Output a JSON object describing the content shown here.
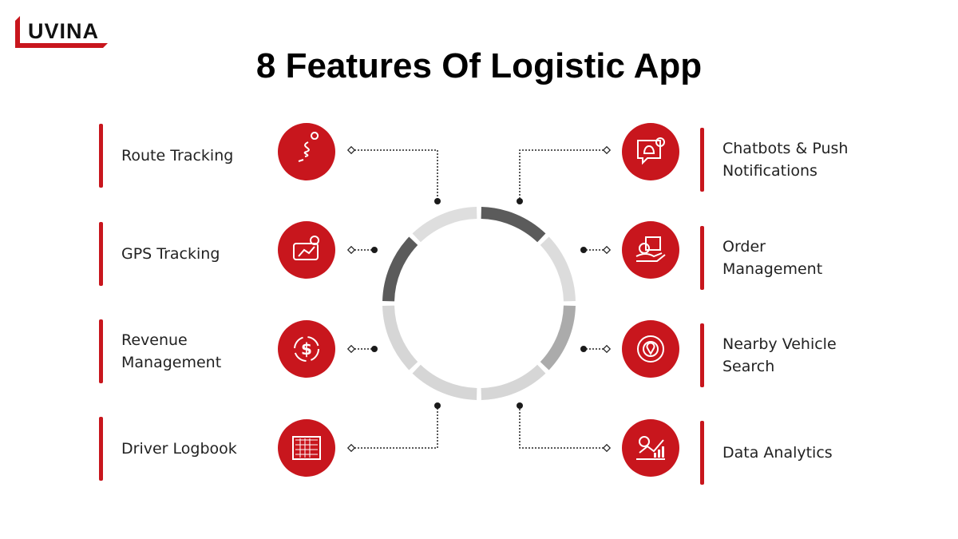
{
  "logo": {
    "text": "UVINA"
  },
  "title": "8 Features Of Logistic App",
  "colors": {
    "accent": "#c8161d",
    "ring_dark": "#5b5b5b",
    "ring_mid": "#ababab",
    "ring_light": "#dcdcdc"
  },
  "features_left": [
    {
      "label": "Route Tracking",
      "icon": "route-icon"
    },
    {
      "label": "GPS Tracking",
      "icon": "gps-map-icon"
    },
    {
      "label": "Revenue\nManagement",
      "icon": "dollar-cycle-icon"
    },
    {
      "label": "Driver Logbook",
      "icon": "logbook-icon"
    }
  ],
  "features_right": [
    {
      "label": "Chatbots & Push\nNotifications",
      "icon": "chat-bell-icon"
    },
    {
      "label": "Order\nManagement",
      "icon": "package-hand-icon"
    },
    {
      "label": "Nearby Vehicle\nSearch",
      "icon": "radar-location-icon"
    },
    {
      "label": "Data Analytics",
      "icon": "analytics-chart-icon"
    }
  ]
}
